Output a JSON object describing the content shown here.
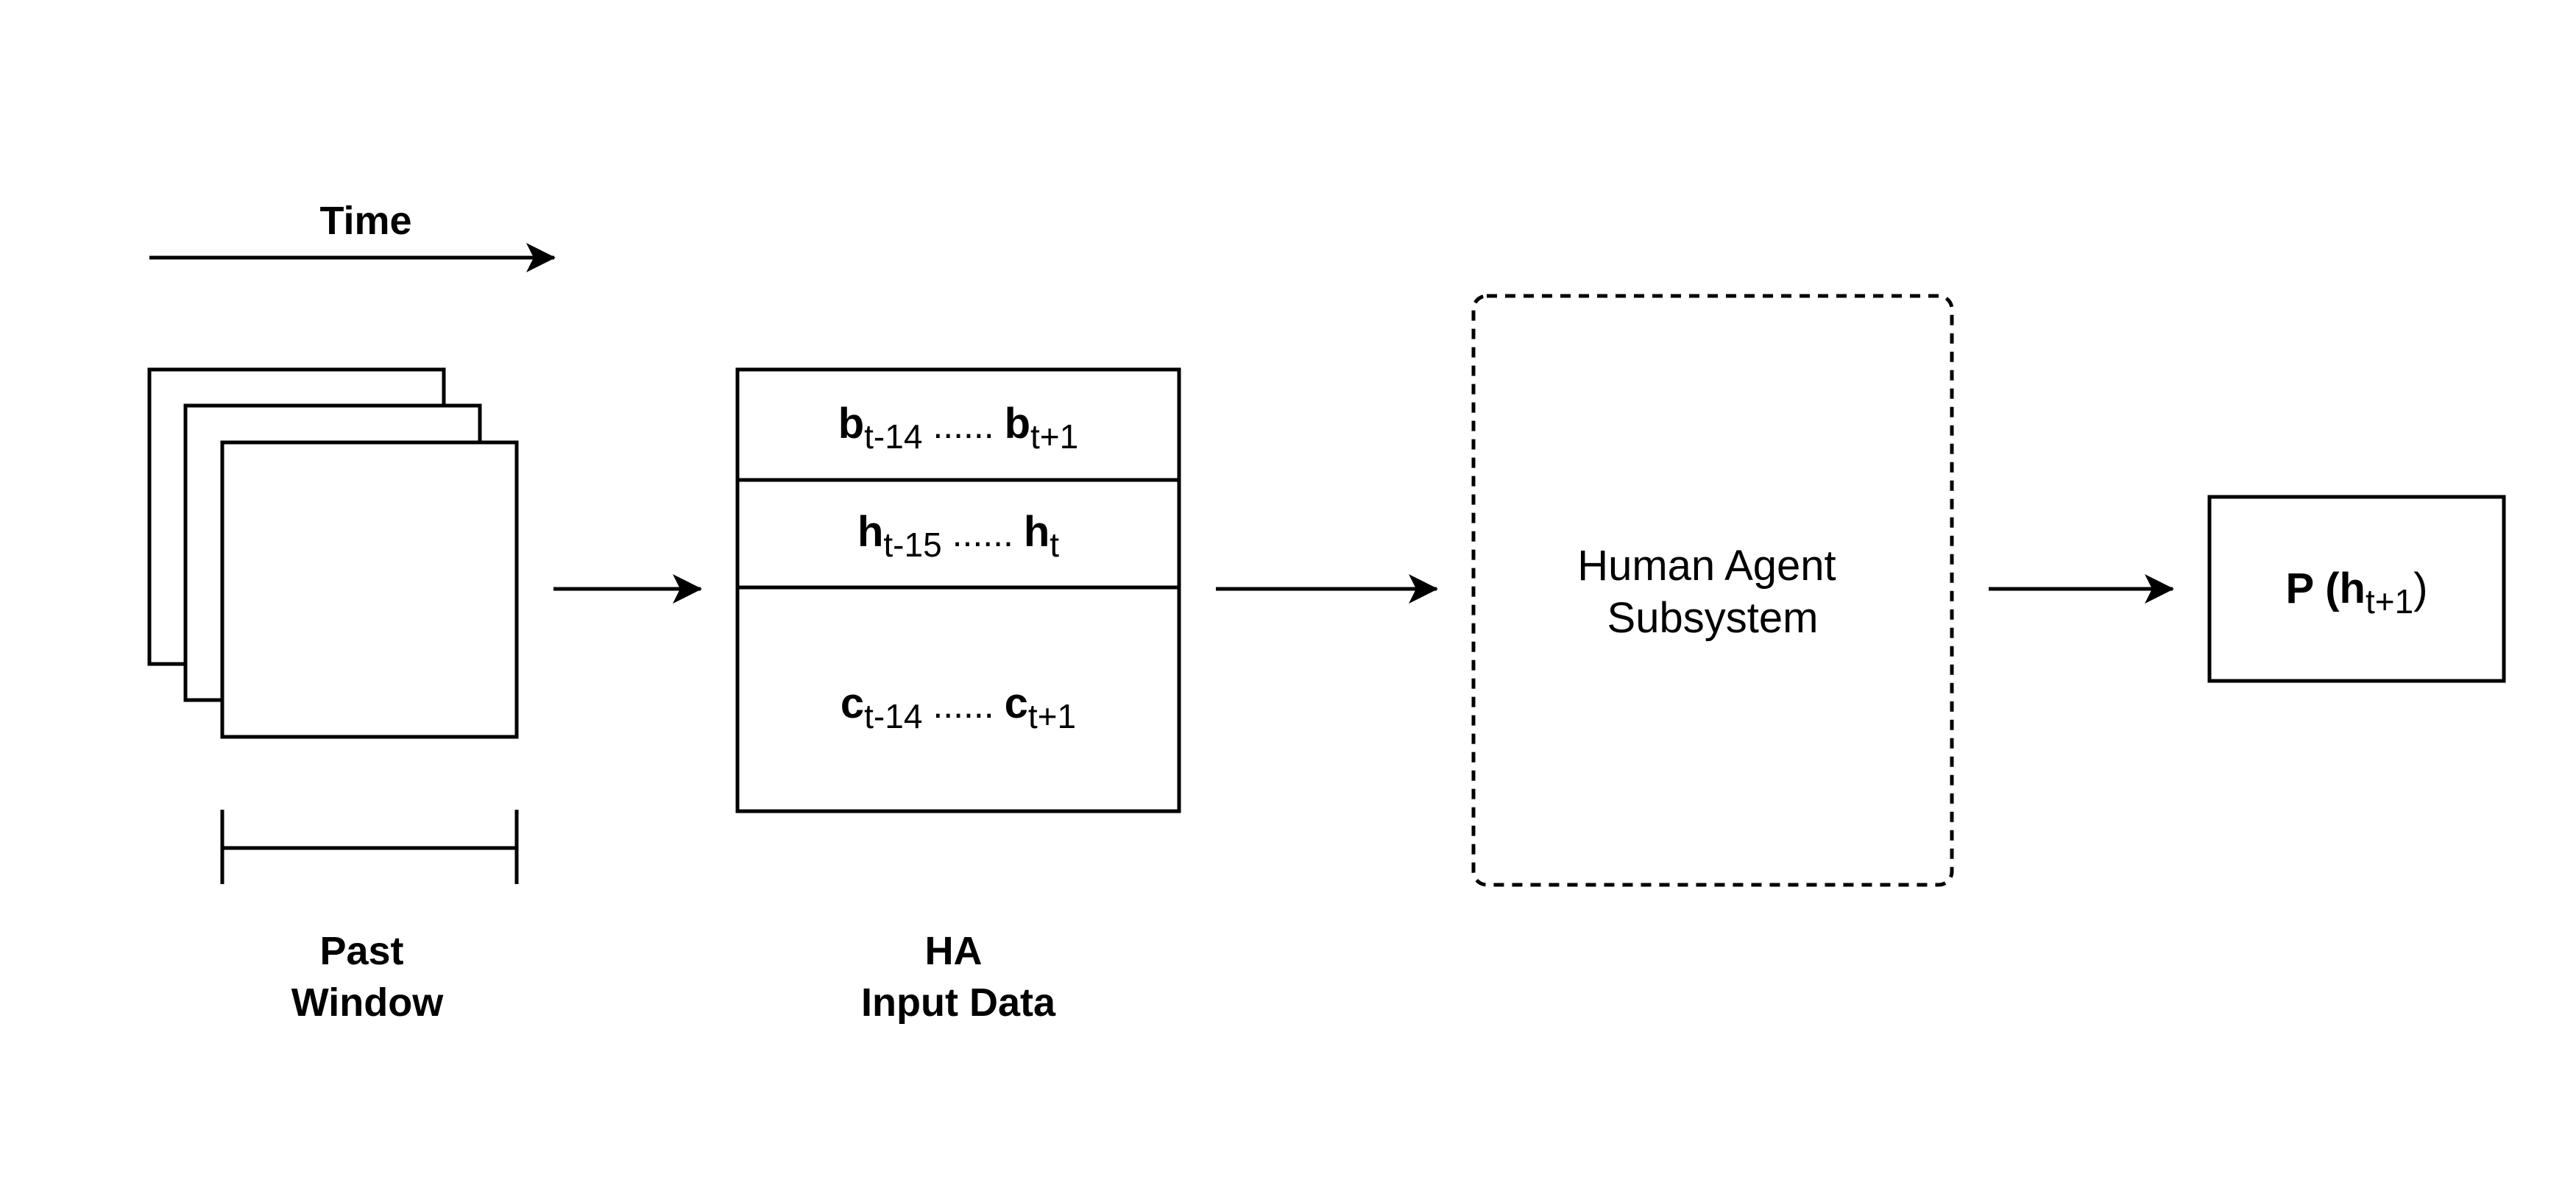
{
  "time_axis": {
    "label": "Time"
  },
  "past_window": {
    "label_line1": "Past",
    "label_line2": "Window"
  },
  "ha_input": {
    "label_line1": "HA",
    "label_line2": "Input Data",
    "rows": [
      {
        "var": "b",
        "start_sub": "t-14",
        "dots": "......",
        "end_sub": "t+1"
      },
      {
        "var": "h",
        "start_sub": "t-15",
        "dots": "......",
        "end_sub": "t"
      },
      {
        "var": "c",
        "start_sub": "t-14",
        "dots": "......",
        "end_sub": "t+1"
      }
    ]
  },
  "subsystem": {
    "label_line1": "Human Agent",
    "label_line2": "Subsystem"
  },
  "output": {
    "prefix": "P (",
    "var": "h",
    "sub": "t+1",
    "suffix": ")"
  },
  "colors": {
    "stroke": "#000000",
    "background": "#ffffff"
  }
}
